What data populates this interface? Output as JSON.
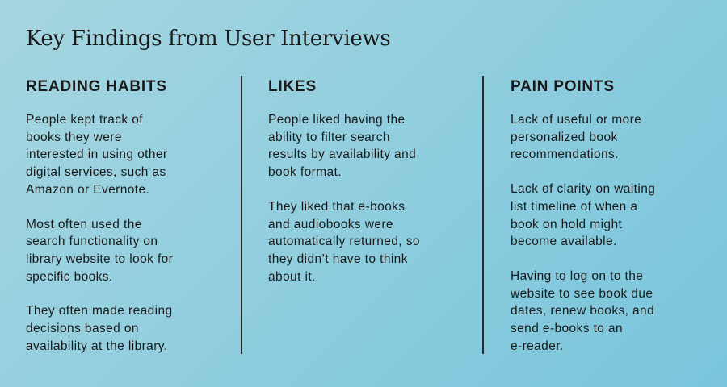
{
  "title": "Key Findings from User Interviews",
  "columns": [
    {
      "heading": "READING HABITS",
      "paragraphs": [
        "People kept track of\nbooks they were\ninterested in using other\ndigital services, such as\nAmazon or Evernote.",
        "Most often used the\nsearch functionality on\nlibrary website to look for\nspecific books.",
        "They often made reading\ndecisions based on\navailability at the library."
      ]
    },
    {
      "heading": "LIKES",
      "paragraphs": [
        "People liked having the\nability to filter search\nresults by availability and\nbook format.",
        "They liked that e-books\nand audiobooks were\nautomatically returned, so\nthey didn’t have to think\nabout it."
      ]
    },
    {
      "heading": "PAIN POINTS",
      "paragraphs": [
        "Lack of useful or more\npersonalized book\nrecommendations.",
        "Lack of clarity on waiting\nlist timeline of when a\nbook on hold might\nbecome available.",
        "Having to log on to the\nwebsite to see book due\ndates, renew books, and\nsend e-books to an\ne-reader."
      ]
    }
  ],
  "colors": {
    "background_start": "#a6d6e1",
    "background_end": "#79c5dc",
    "text": "#1a1a1a",
    "divider": "#2b2b2b"
  }
}
